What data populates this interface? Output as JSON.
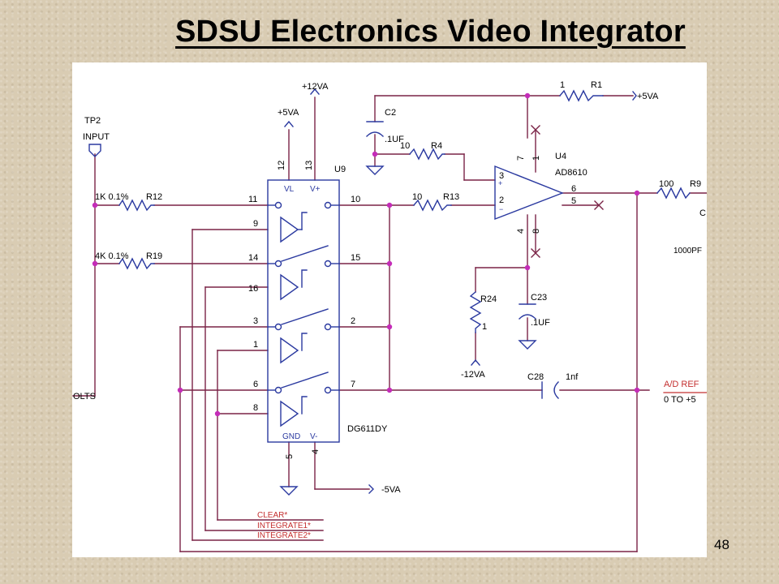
{
  "slide": {
    "title": "SDSU Electronics Video Integrator",
    "page_number": "48"
  },
  "schematic": {
    "test_point": {
      "ref": "TP2",
      "name": "INPUT"
    },
    "input_net": "OLTS",
    "switch_ic": {
      "ref": "U9",
      "part": "DG611DY",
      "pin_vl": "VL",
      "pin_vplus": "V+",
      "pin_gnd": "GND",
      "pin_vminus": "V-",
      "pins": {
        "p12": "12",
        "p13": "13",
        "p11": "11",
        "p10": "10",
        "p9": "9",
        "p14": "14",
        "p15": "15",
        "p16": "16",
        "p3": "3",
        "p2": "2",
        "p1": "1",
        "p6": "6",
        "p7": "7",
        "p8": "8",
        "p5": "5",
        "p4": "4"
      }
    },
    "opamp": {
      "ref": "U4",
      "part": "AD8610",
      "pins": {
        "p7": "7",
        "p1": "1",
        "p3": "3",
        "p2": "2",
        "p6": "6",
        "p5": "5",
        "p4": "4",
        "p8": "8"
      }
    },
    "supplies": {
      "plus5": "+5VA",
      "plus12": "+12VA",
      "minus12": "-12VA",
      "minus5": "-5VA"
    },
    "resistors": {
      "r1": {
        "ref": "R1",
        "value": "1"
      },
      "r4": {
        "ref": "R4",
        "value": "10"
      },
      "r12": {
        "ref": "R12",
        "value": "1K 0.1%"
      },
      "r19": {
        "ref": "R19",
        "value": "4K 0.1%"
      },
      "r13": {
        "ref": "R13",
        "value": "10"
      },
      "r9": {
        "ref": "R9",
        "value": "100"
      },
      "r24": {
        "ref": "R24",
        "pin": "1"
      }
    },
    "capacitors": {
      "c2": {
        "ref": "C2",
        "value": ".1UF"
      },
      "c23": {
        "ref": "C23",
        "value": ".1UF"
      },
      "c28": {
        "ref": "C28",
        "value": "1nf"
      },
      "c_out": {
        "ref": "C",
        "value": "1000PF"
      }
    },
    "nets": {
      "ad_ref": "A/D REF",
      "range": "0 TO +5",
      "clear": "CLEAR*",
      "integrate1": "INTEGRATE1*",
      "integrate2": "INTEGRATE2*"
    }
  }
}
